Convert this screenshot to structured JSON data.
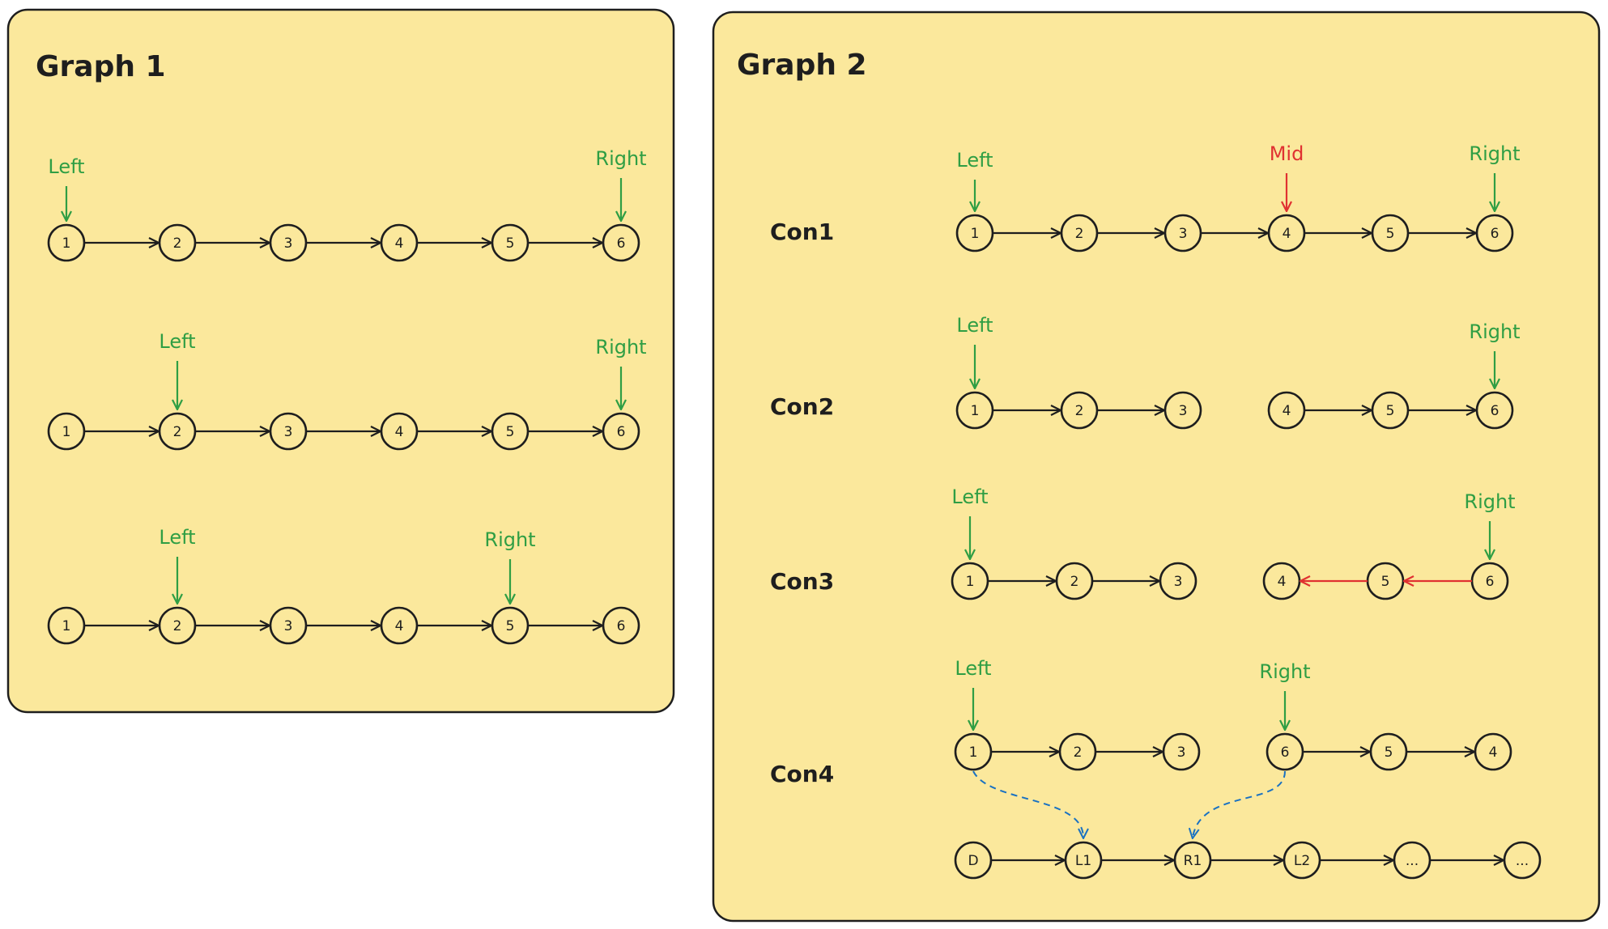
{
  "colors": {
    "panel": "#fbe89c",
    "ink": "#1e1e1e",
    "pointer_green": "#2f9e44",
    "pointer_red": "#e03131",
    "dashed_blue": "#1971c2"
  },
  "graph1": {
    "title": "Graph 1",
    "rows": [
      {
        "nodes": [
          "1",
          "2",
          "3",
          "4",
          "5",
          "6"
        ],
        "pointers": [
          {
            "label": "Left",
            "target": 0,
            "color": "green"
          },
          {
            "label": "Right",
            "target": 5,
            "color": "green"
          }
        ]
      },
      {
        "nodes": [
          "1",
          "2",
          "3",
          "4",
          "5",
          "6"
        ],
        "pointers": [
          {
            "label": "Left",
            "target": 1,
            "color": "green"
          },
          {
            "label": "Right",
            "target": 5,
            "color": "green"
          }
        ]
      },
      {
        "nodes": [
          "1",
          "2",
          "3",
          "4",
          "5",
          "6"
        ],
        "pointers": [
          {
            "label": "Left",
            "target": 1,
            "color": "green"
          },
          {
            "label": "Right",
            "target": 4,
            "color": "green"
          }
        ]
      }
    ]
  },
  "graph2": {
    "title": "Graph 2",
    "rows": [
      {
        "label": "Con1",
        "nodes": [
          "1",
          "2",
          "3",
          "4",
          "5",
          "6"
        ],
        "edges": [
          [
            0,
            1
          ],
          [
            1,
            2
          ],
          [
            2,
            3
          ],
          [
            3,
            4
          ],
          [
            4,
            5
          ]
        ],
        "pointers": [
          {
            "label": "Left",
            "target": 0,
            "color": "green"
          },
          {
            "label": "Mid",
            "target": 3,
            "color": "red"
          },
          {
            "label": "Right",
            "target": 5,
            "color": "green"
          }
        ]
      },
      {
        "label": "Con2",
        "nodes": [
          "1",
          "2",
          "3",
          "4",
          "5",
          "6"
        ],
        "edges": [
          [
            0,
            1
          ],
          [
            1,
            2
          ],
          [
            3,
            4
          ],
          [
            4,
            5
          ]
        ],
        "pointers": [
          {
            "label": "Left",
            "target": 0,
            "color": "green"
          },
          {
            "label": "Right",
            "target": 5,
            "color": "green"
          }
        ]
      },
      {
        "label": "Con3",
        "nodes": [
          "1",
          "2",
          "3",
          "4",
          "5",
          "6"
        ],
        "edges": [
          [
            0,
            1
          ],
          [
            1,
            2
          ]
        ],
        "reversed_edges": [
          [
            5,
            4
          ],
          [
            4,
            3
          ]
        ],
        "pointers": [
          {
            "label": "Left",
            "target": 0,
            "color": "green"
          },
          {
            "label": "Right",
            "target": 5,
            "color": "green"
          }
        ]
      },
      {
        "label": "Con4",
        "nodes": [
          "1",
          "2",
          "3",
          "6",
          "5",
          "4"
        ],
        "edges": [
          [
            0,
            1
          ],
          [
            1,
            2
          ],
          [
            3,
            4
          ],
          [
            4,
            5
          ]
        ],
        "pointers": [
          {
            "label": "Left",
            "target": 0,
            "color": "green"
          },
          {
            "label": "Right",
            "target": 3,
            "color": "green"
          }
        ]
      }
    ],
    "merged_list": {
      "nodes": [
        "D",
        "L1",
        "R1",
        "L2",
        "...",
        "..."
      ],
      "links": [
        {
          "from": 0,
          "to": 1
        },
        {
          "from": 3,
          "to": 2
        }
      ]
    }
  }
}
